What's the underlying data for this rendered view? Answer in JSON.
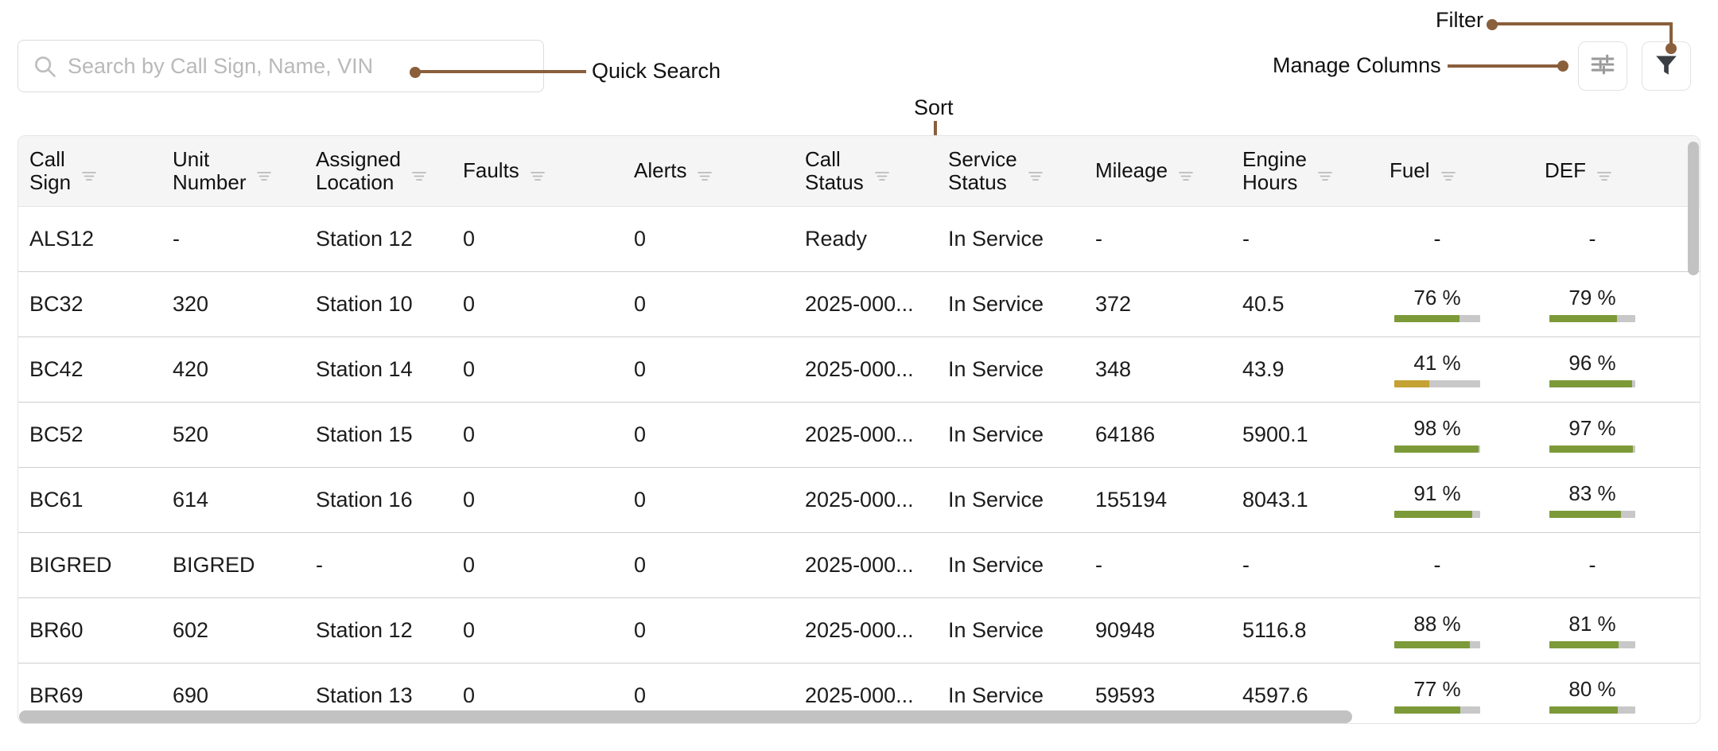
{
  "search": {
    "placeholder": "Search by Call Sign, Name, VIN",
    "value": "",
    "icon": "search-icon"
  },
  "toolbar": {
    "manage_columns_icon": "sliders-icon",
    "filter_icon": "funnel-icon"
  },
  "annotations": [
    {
      "id": "quick-search",
      "label": "Quick Search"
    },
    {
      "id": "sort",
      "label": "Sort"
    },
    {
      "id": "manage-columns",
      "label": "Manage Columns"
    },
    {
      "id": "filter",
      "label": "Filter"
    }
  ],
  "annotation_color": "#8a5f3c",
  "colors": {
    "gauge_good": "#7d9a39",
    "gauge_warn": "#c4a233",
    "gauge_track": "#c8c8c8",
    "header_bg": "#f5f5f5",
    "row_border": "#cfcfcf"
  },
  "table": {
    "columns": [
      {
        "label": "Call\nSign",
        "key": "call_sign",
        "sortable": true
      },
      {
        "label": "Unit\nNumber",
        "key": "unit_number",
        "sortable": true
      },
      {
        "label": "Assigned\nLocation",
        "key": "assigned_location",
        "sortable": true
      },
      {
        "label": "Faults",
        "key": "faults",
        "sortable": true
      },
      {
        "label": "Alerts",
        "key": "alerts",
        "sortable": true
      },
      {
        "label": "Call\nStatus",
        "key": "call_status",
        "sortable": true
      },
      {
        "label": "Service\nStatus",
        "key": "service_status",
        "sortable": true
      },
      {
        "label": "Mileage",
        "key": "mileage",
        "sortable": true
      },
      {
        "label": "Engine\nHours",
        "key": "engine_hours",
        "sortable": true
      },
      {
        "label": "Fuel",
        "key": "fuel",
        "sortable": true
      },
      {
        "label": "DEF",
        "key": "def",
        "sortable": true
      }
    ],
    "rows": [
      {
        "call_sign": "ALS12",
        "unit_number": "-",
        "assigned_location": "Station 12",
        "faults": "0",
        "alerts": "0",
        "call_status": "Ready",
        "service_status": "In Service",
        "mileage": "-",
        "engine_hours": "-",
        "fuel": {
          "text": "-",
          "pct": null
        },
        "def": {
          "text": "-",
          "pct": null
        }
      },
      {
        "call_sign": "BC32",
        "unit_number": "320",
        "assigned_location": "Station 10",
        "faults": "0",
        "alerts": "0",
        "call_status": "2025-000...",
        "service_status": "In Service",
        "mileage": "372",
        "engine_hours": "40.5",
        "fuel": {
          "text": "76 %",
          "pct": 76
        },
        "def": {
          "text": "79 %",
          "pct": 79
        }
      },
      {
        "call_sign": "BC42",
        "unit_number": "420",
        "assigned_location": "Station 14",
        "faults": "0",
        "alerts": "0",
        "call_status": "2025-000...",
        "service_status": "In Service",
        "mileage": "348",
        "engine_hours": "43.9",
        "fuel": {
          "text": "41 %",
          "pct": 41
        },
        "def": {
          "text": "96 %",
          "pct": 96
        }
      },
      {
        "call_sign": "BC52",
        "unit_number": "520",
        "assigned_location": "Station 15",
        "faults": "0",
        "alerts": "0",
        "call_status": "2025-000...",
        "service_status": "In Service",
        "mileage": "64186",
        "engine_hours": "5900.1",
        "fuel": {
          "text": "98 %",
          "pct": 98
        },
        "def": {
          "text": "97 %",
          "pct": 97
        }
      },
      {
        "call_sign": "BC61",
        "unit_number": "614",
        "assigned_location": "Station 16",
        "faults": "0",
        "alerts": "0",
        "call_status": "2025-000...",
        "service_status": "In Service",
        "mileage": "155194",
        "engine_hours": "8043.1",
        "fuel": {
          "text": "91 %",
          "pct": 91
        },
        "def": {
          "text": "83 %",
          "pct": 83
        }
      },
      {
        "call_sign": "BIGRED",
        "unit_number": "BIGRED",
        "assigned_location": "-",
        "faults": "0",
        "alerts": "0",
        "call_status": "2025-000...",
        "service_status": "In Service",
        "mileage": "-",
        "engine_hours": "-",
        "fuel": {
          "text": "-",
          "pct": null
        },
        "def": {
          "text": "-",
          "pct": null
        }
      },
      {
        "call_sign": "BR60",
        "unit_number": "602",
        "assigned_location": "Station 12",
        "faults": "0",
        "alerts": "0",
        "call_status": "2025-000...",
        "service_status": "In Service",
        "mileage": "90948",
        "engine_hours": "5116.8",
        "fuel": {
          "text": "88 %",
          "pct": 88
        },
        "def": {
          "text": "81 %",
          "pct": 81
        }
      },
      {
        "call_sign": "BR69",
        "unit_number": "690",
        "assigned_location": "Station 13",
        "faults": "0",
        "alerts": "0",
        "call_status": "2025-000...",
        "service_status": "In Service",
        "mileage": "59593",
        "engine_hours": "4597.6",
        "fuel": {
          "text": "77 %",
          "pct": 77
        },
        "def": {
          "text": "80 %",
          "pct": 80
        }
      }
    ]
  }
}
